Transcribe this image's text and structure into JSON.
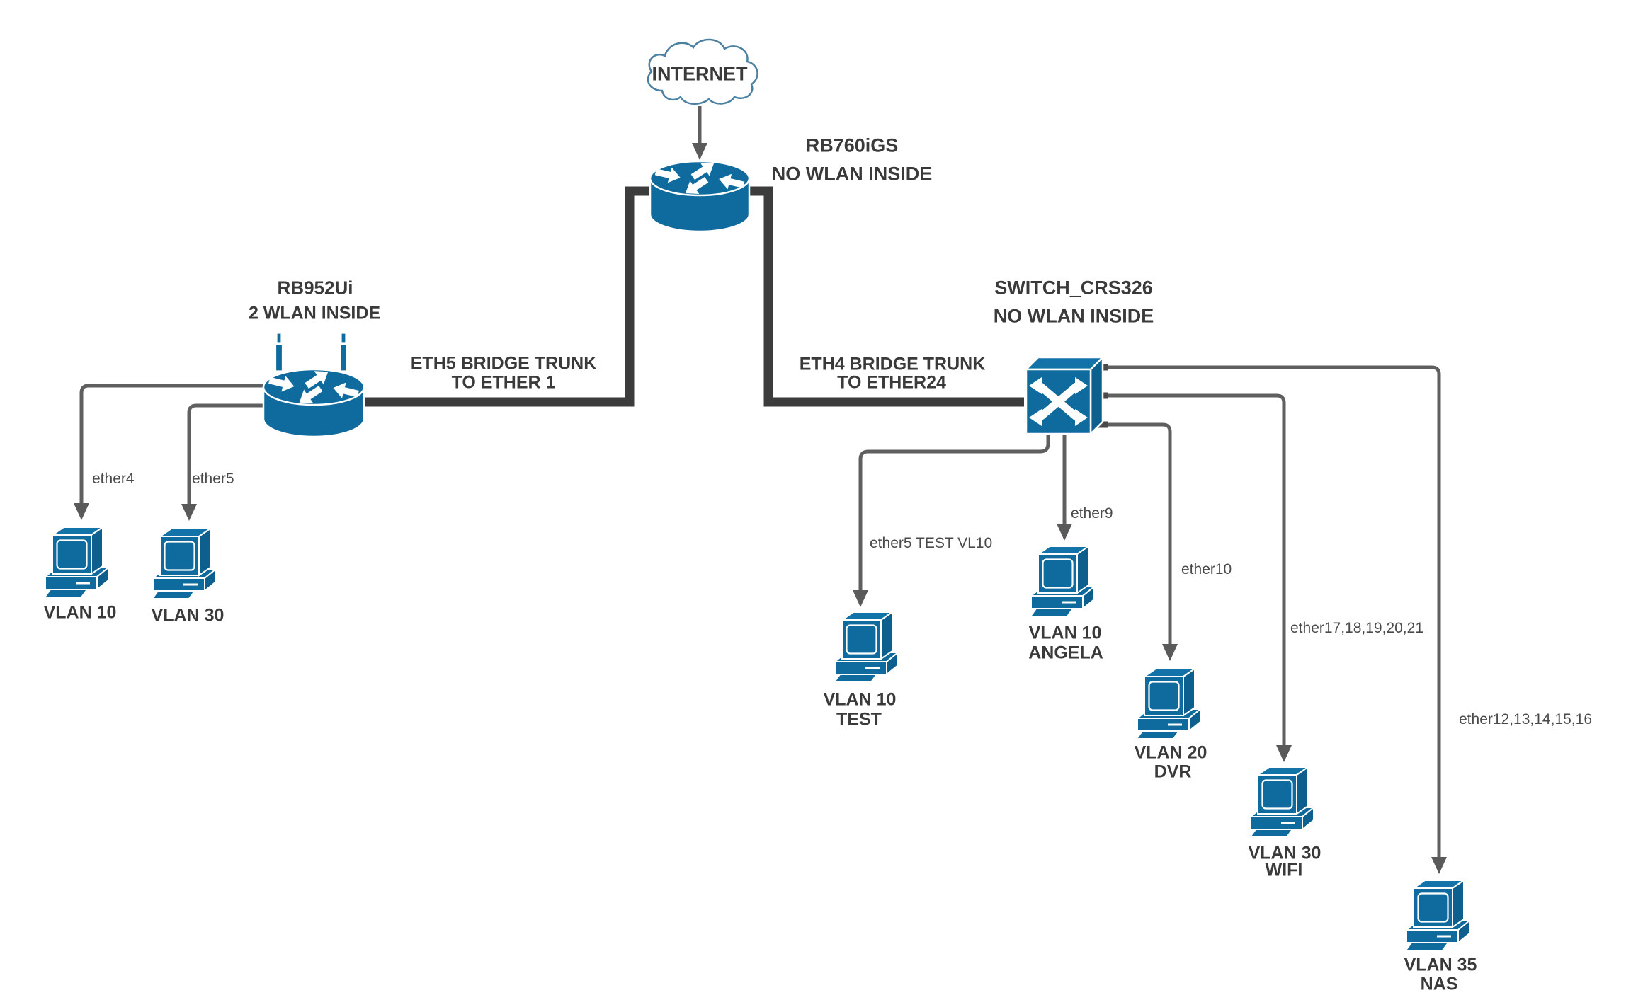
{
  "diagram": {
    "internet": {
      "label": "INTERNET"
    },
    "devices": {
      "core_router": {
        "name": "RB760iGS",
        "note": "NO WLAN INSIDE"
      },
      "wlan_router": {
        "name": "RB952Ui",
        "note": "2 WLAN INSIDE"
      },
      "switch": {
        "name": "SWITCH_CRS326",
        "note": "NO WLAN INSIDE"
      }
    },
    "trunks": [
      {
        "line1": "ETH5 BRIDGE TRUNK",
        "line2": "TO ETHER 1"
      },
      {
        "line1": "ETH4 BRIDGE TRUNK",
        "line2": "TO ETHER24"
      }
    ],
    "endpoints": [
      {
        "port": "ether4",
        "vlan": "VLAN 10",
        "host": ""
      },
      {
        "port": "ether5",
        "vlan": "VLAN 30",
        "host": ""
      },
      {
        "port": "ether5 TEST VL10",
        "vlan": "VLAN 10",
        "host": "TEST"
      },
      {
        "port": "ether9",
        "vlan": "VLAN 10",
        "host": "ANGELA"
      },
      {
        "port": "ether10",
        "vlan": "VLAN 20",
        "host": "DVR"
      },
      {
        "port": "ether17,18,19,20,21",
        "vlan": "VLAN 30",
        "host": "WIFI"
      },
      {
        "port": "ether12,13,14,15,16",
        "vlan": "VLAN 35",
        "host": "NAS"
      }
    ],
    "colors": {
      "device_blue": "#0f6b9d",
      "trunk": "#3c3c3c",
      "wire": "#5f5f5f",
      "cloud_outline": "#4b80a1",
      "label_text": "#3a3a3a",
      "port_text": "#4a4a4a"
    }
  }
}
